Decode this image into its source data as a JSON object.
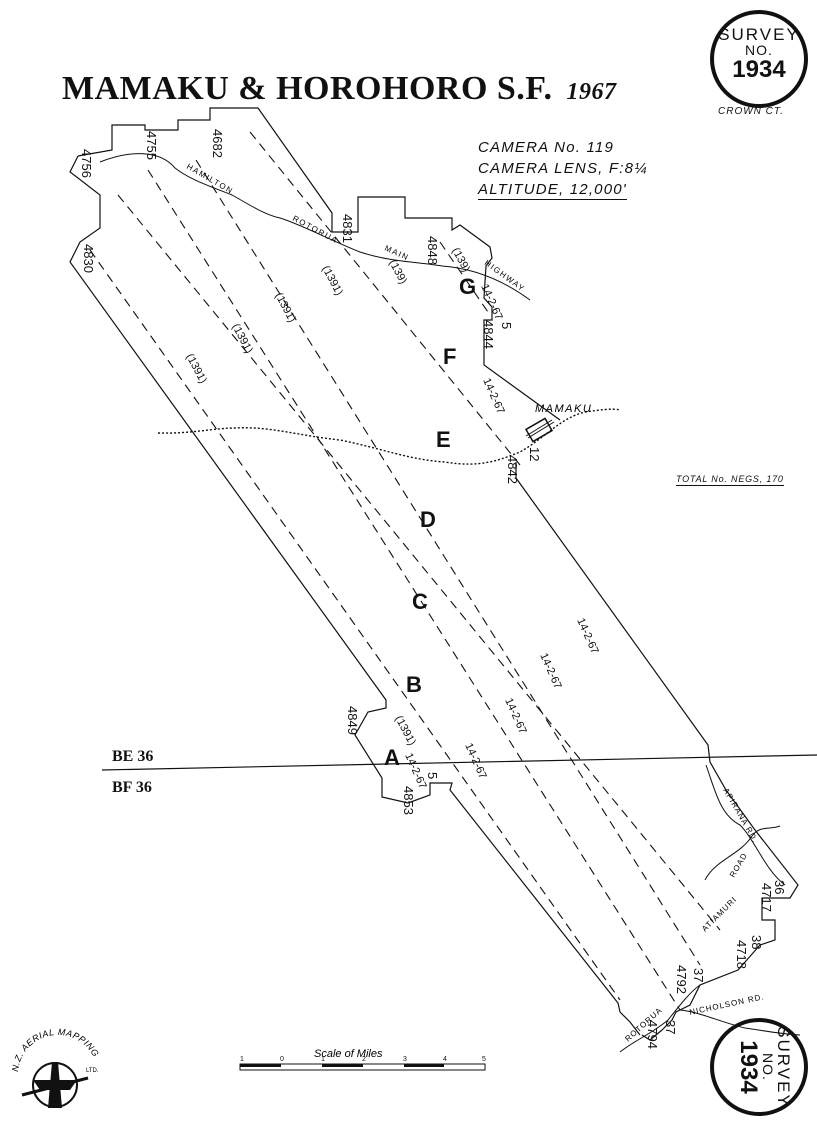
{
  "title": {
    "main": "MAMAKU & HOROHORO S.F.",
    "year": "1967"
  },
  "seal_top": {
    "line1": "SURVEY",
    "line2": "NO.",
    "number": "1934"
  },
  "seal_bottom": {
    "line1": "SURVEY",
    "line2": "NO.",
    "number": "1934"
  },
  "crown": "CROWN CT.",
  "camera": {
    "number": "CAMERA No. 119",
    "lens": "CAMERA LENS, F:8¼",
    "altitude": "ALTITUDE, 12,000'"
  },
  "total_negs": "TOTAL No. NEGS, 170",
  "map_grid": {
    "upper": "BE 36",
    "lower": "BF 36"
  },
  "roads": {
    "hamilton": "HAMILTON",
    "rotorua": "ROTORUA",
    "main": "MAIN",
    "highway": "HIGHWAY",
    "apirana": "APIRANA RD.",
    "road": "ROAD",
    "atiamuri": "ATIAMURI",
    "rotorua_south": "ROTORUA",
    "nicholson": "NICHOLSON RD."
  },
  "place": "MAMAKU",
  "runs": [
    {
      "letter": "G",
      "date": "14-2-67",
      "count": "5",
      "neg_top": "4848",
      "neg_bottom": "4844",
      "code": "(139)"
    },
    {
      "letter": "F",
      "date": "14-2-67",
      "count": "12",
      "neg_top": "4831",
      "neg_bottom": "4842",
      "code": "(139)"
    },
    {
      "letter": "E",
      "date": "14-2-67",
      "count": "37",
      "neg_top": "4682",
      "neg_bottom": "4792",
      "code": "(1391)"
    },
    {
      "letter": "D",
      "date": "14-2-67",
      "count": "37",
      "neg_top": "4755",
      "neg_bottom": "4794",
      "code": "(1391)"
    },
    {
      "letter": "C",
      "date": "14-2-67",
      "count": "38",
      "neg_top": "4756",
      "neg_bottom": "4718",
      "code": "(1391)"
    },
    {
      "letter": "B",
      "date": "14-2-67",
      "count": "36",
      "neg_top": "4830",
      "neg_bottom": "4717",
      "code": "(1391)"
    },
    {
      "letter": "A",
      "date": "14-2-67",
      "count": "5",
      "neg_top": "4849",
      "neg_bottom": "4853",
      "code": "(1391)"
    }
  ],
  "scale": {
    "label": "Scale of Miles",
    "ticks": [
      "1",
      "0",
      "1",
      "2",
      "3",
      "4",
      "5"
    ]
  },
  "logo": {
    "text": "N.Z. AERIAL MAPPING",
    "suffix": "LTD."
  }
}
